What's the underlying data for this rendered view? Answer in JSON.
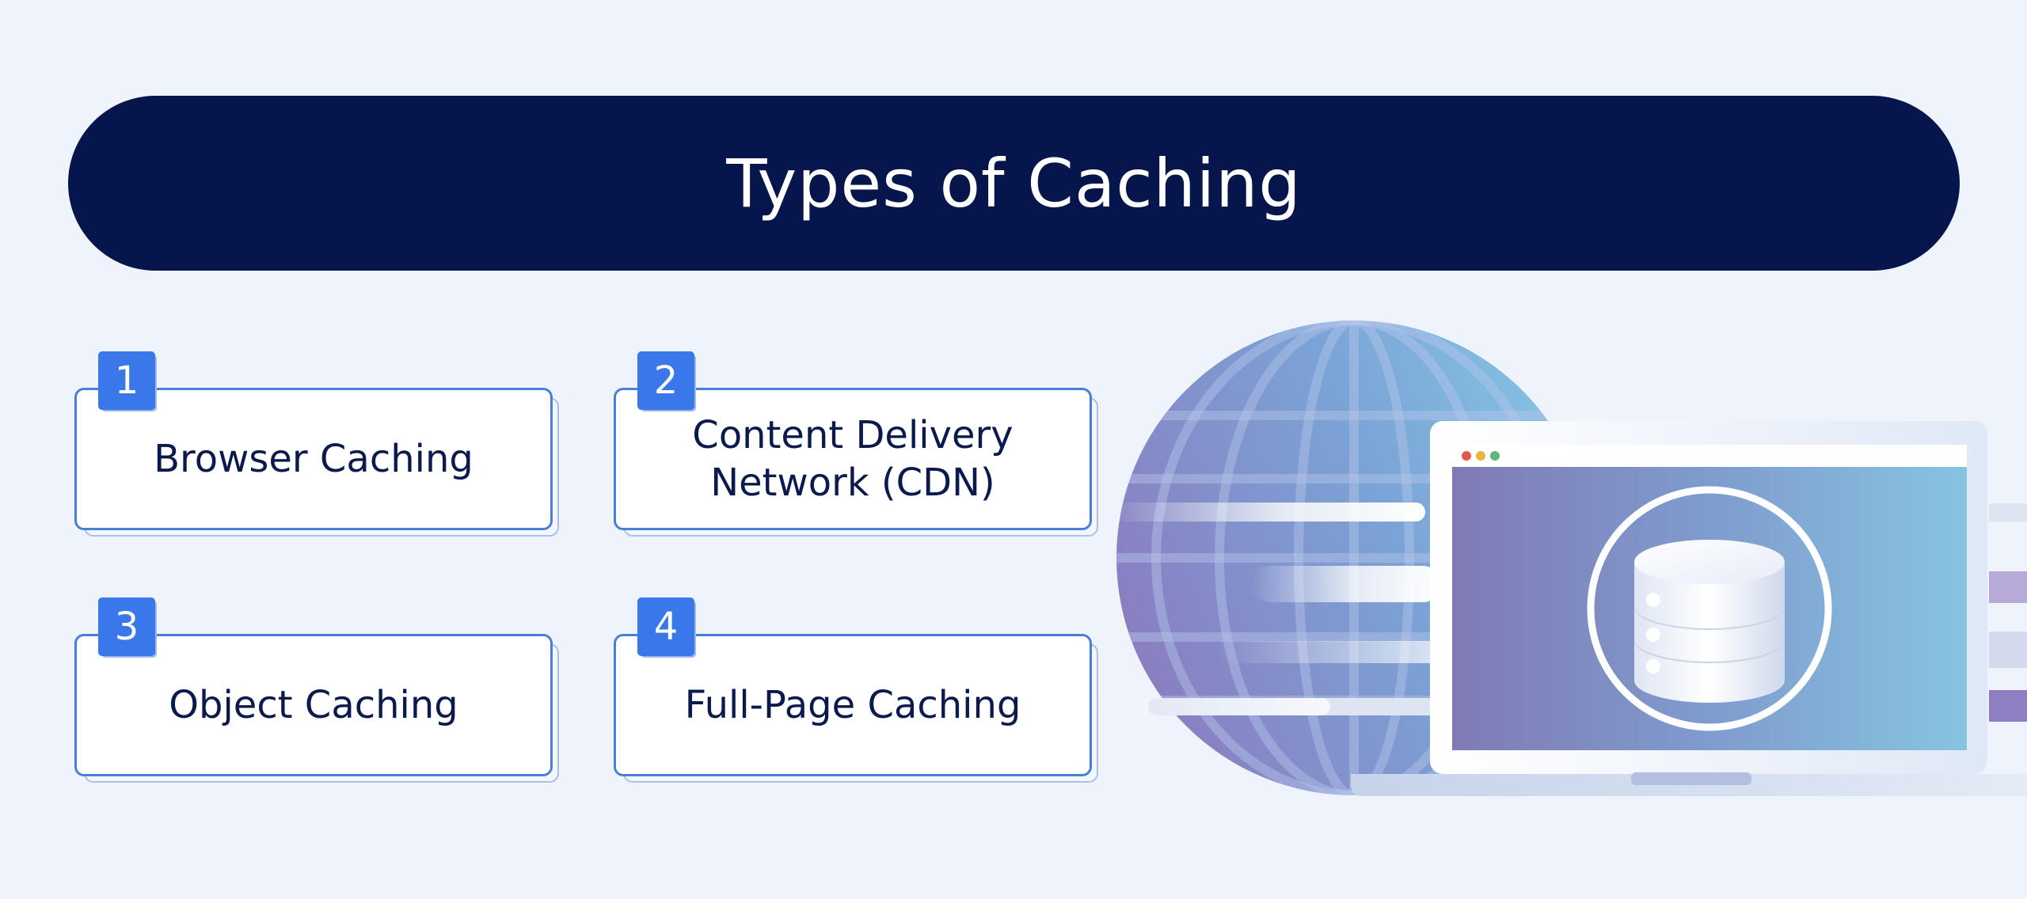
{
  "title": "Types of Caching",
  "cards": [
    {
      "number": "1",
      "label": "Browser Caching"
    },
    {
      "number": "2",
      "label": "Content Delivery\nNetwork (CDN)"
    },
    {
      "number": "3",
      "label": "Object Caching"
    },
    {
      "number": "4",
      "label": "Full-Page Caching"
    }
  ],
  "illustration": {
    "icons": [
      "globe-icon",
      "laptop-icon",
      "database-icon"
    ],
    "colors": {
      "navy": "#06154b",
      "badge_blue": "#3a78ea",
      "card_border": "#4a7fd8",
      "gradient_purple": "#7f7ab5",
      "gradient_sky": "#87c4e0"
    }
  }
}
